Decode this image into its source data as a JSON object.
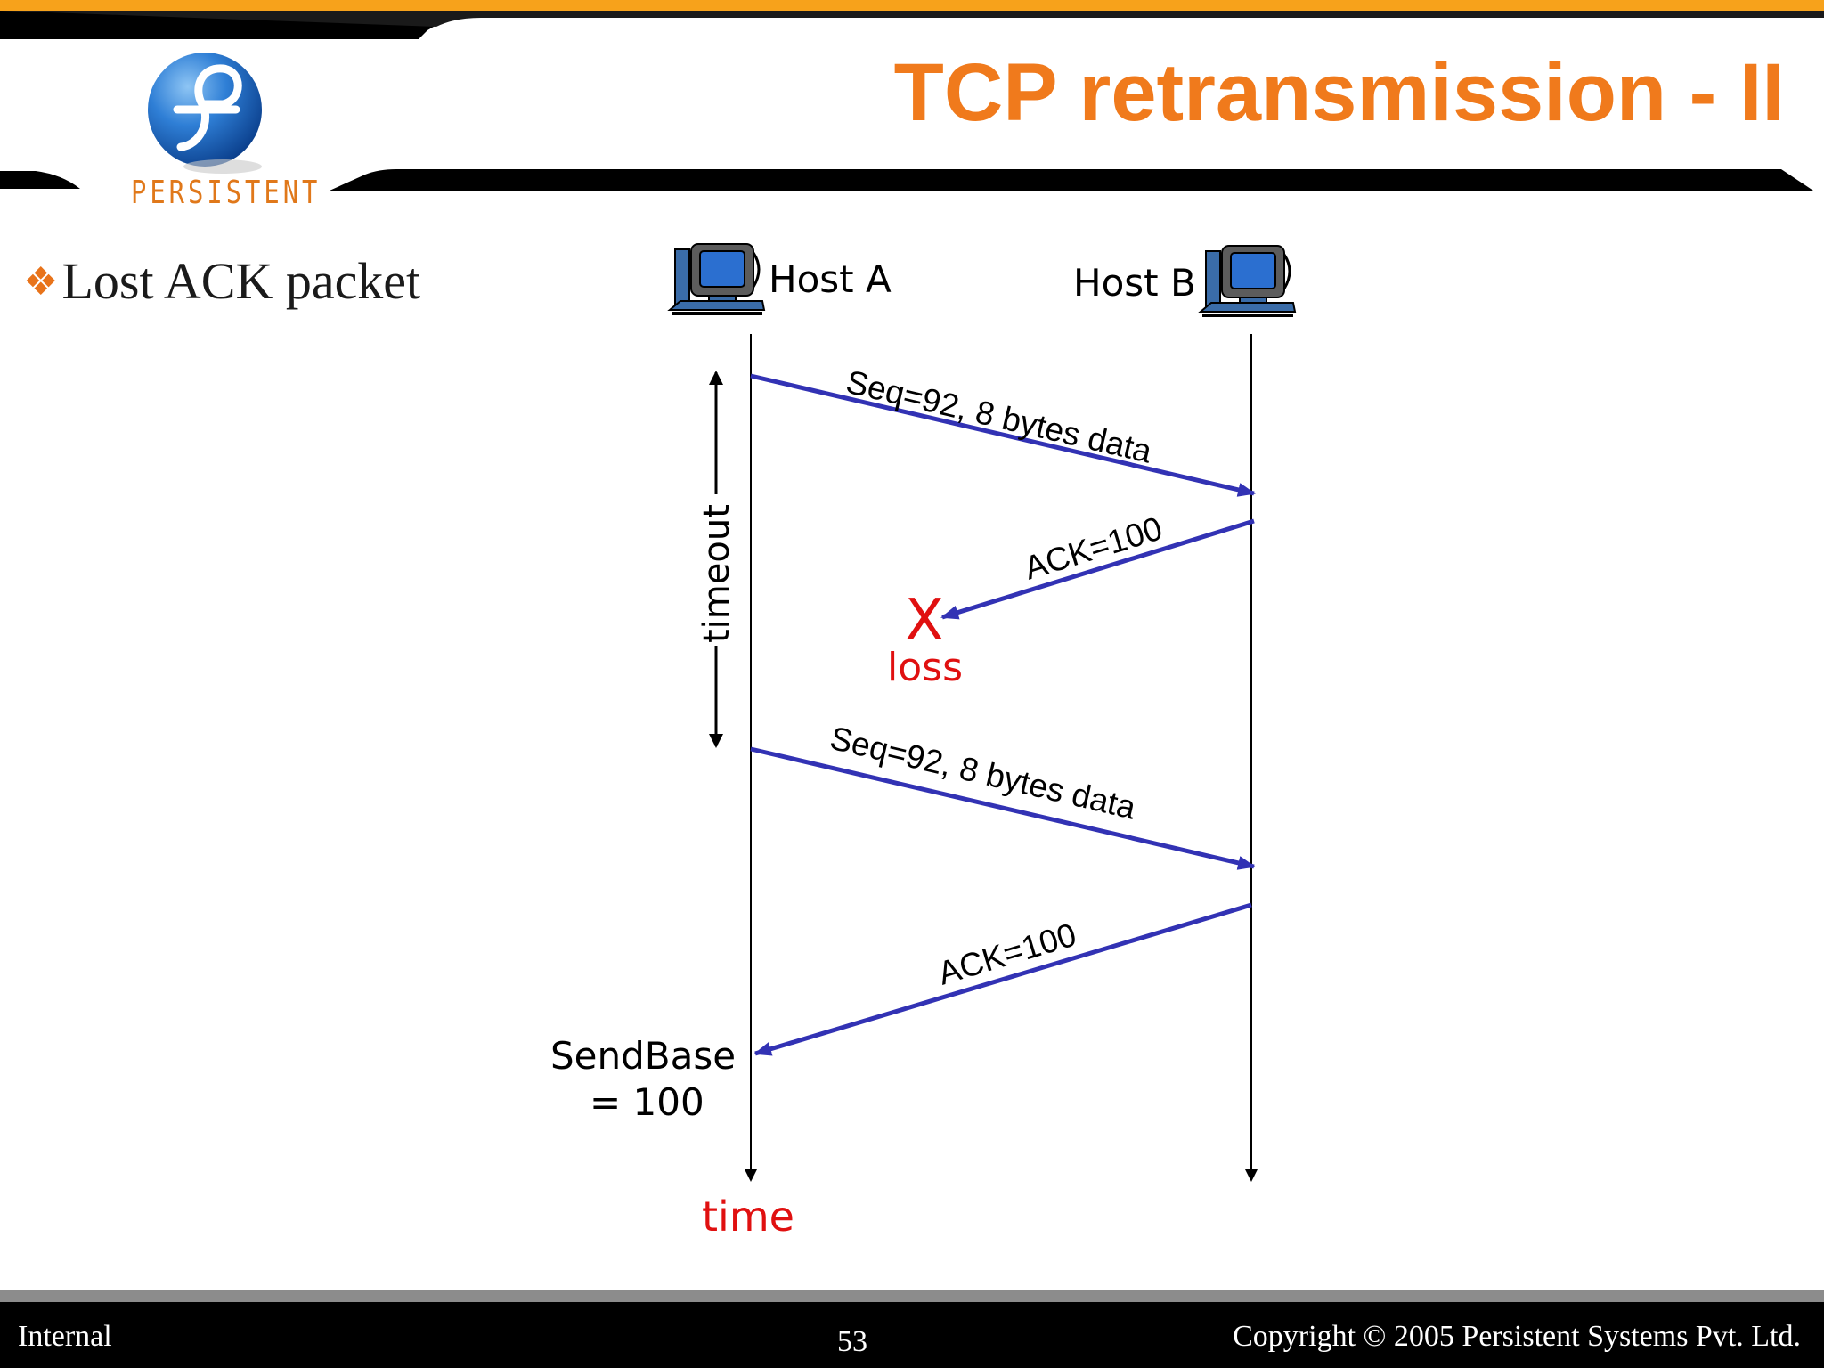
{
  "slide": {
    "title": "TCP retransmission - II",
    "logo_text": "PERSISTENT",
    "bullet": "Lost ACK packet"
  },
  "diagram": {
    "host_a": "Host A",
    "host_b": "Host B",
    "timeout_label": "timeout",
    "messages": [
      {
        "label": "Seq=92, 8 bytes data",
        "direction": "A-to-B",
        "lost": false
      },
      {
        "label": "ACK=100",
        "direction": "B-to-A",
        "lost": true
      },
      {
        "label": "Seq=92, 8 bytes data",
        "direction": "A-to-B",
        "lost": false
      },
      {
        "label": "ACK=100",
        "direction": "B-to-A",
        "lost": false
      }
    ],
    "loss_mark": "X",
    "loss_label": "loss",
    "sendbase_line1": "SendBase",
    "sendbase_line2": "= 100",
    "time_label": "time",
    "colors": {
      "arrow": "#3232b4",
      "loss": "#e01010",
      "title": "#f07a1c",
      "accent": "#f7a21b"
    }
  },
  "footer": {
    "left": "Internal",
    "page_number": "53",
    "copyright": "Copyright © 2005 Persistent Systems Pvt. Ltd."
  }
}
